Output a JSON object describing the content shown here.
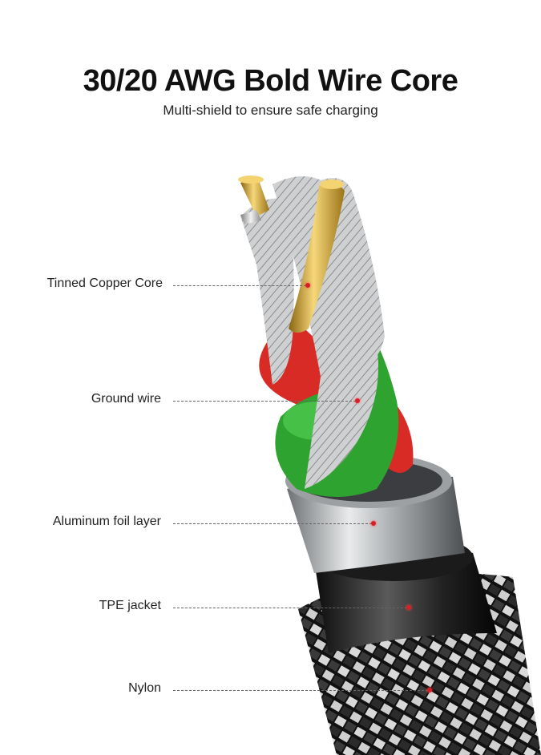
{
  "header": {
    "title": "30/20 AWG Bold Wire Core",
    "subtitle": "Multi-shield to ensure safe charging"
  },
  "callouts": [
    {
      "label": "Tinned Copper Core"
    },
    {
      "label": "Ground wire"
    },
    {
      "label": "Aluminum foil layer"
    },
    {
      "label": "TPE jacket"
    },
    {
      "label": "Nylon"
    }
  ],
  "colors": {
    "callout_dot": "#d81f26",
    "copper_core": "#d4a72c",
    "red_wire": "#d92b25",
    "green_wire": "#2fa32f",
    "foil": "#b9bcbf",
    "jacket": "#1a1a1a"
  }
}
